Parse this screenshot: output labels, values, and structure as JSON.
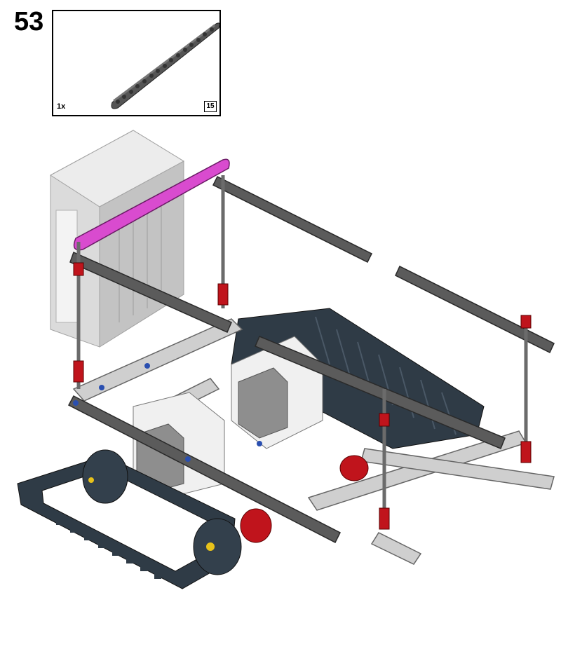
{
  "step": {
    "number": "53"
  },
  "parts_callout": {
    "quantity": "1x",
    "beam_length": "15",
    "beam_color": "#5a5a5a"
  },
  "colors": {
    "highlight_beam": "#d94bcf",
    "dark_beam": "#5b5b5b",
    "light_gray": "#c8c8c8",
    "red_pin": "#c0141c",
    "tread": "#2f3b46",
    "brick_white": "#e6e6e6",
    "blue_pin": "#2a4fb0",
    "yellow_axle": "#e8c21a"
  }
}
